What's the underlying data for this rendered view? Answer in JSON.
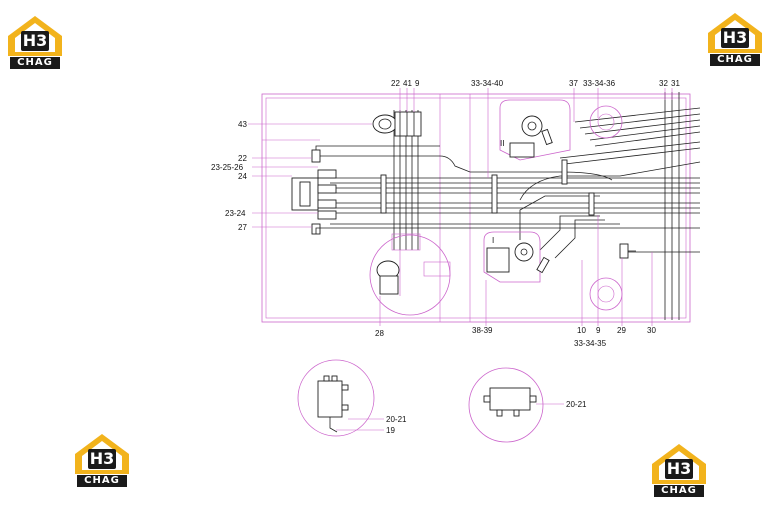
{
  "logos": {
    "mark": "H3",
    "brand": "CHAG",
    "colors": {
      "roof": "#f2b31c",
      "mark": "#1a1a1a"
    }
  },
  "labels": {
    "top_22": "22",
    "top_41": "41",
    "top_9": "9",
    "top_33_34_40": "33-34-40",
    "top_37": "37",
    "top_33_34_36": "33-34-36",
    "top_32": "32",
    "top_31": "31",
    "left_43": "43",
    "left_22": "22",
    "left_23_25_26": "23-25-26",
    "left_24": "24",
    "left_23_24": "23-24",
    "left_27": "27",
    "bottom_28": "28",
    "bottom_38_39": "38-39",
    "bottom_10": "10",
    "bottom_9": "9",
    "bottom_29": "29",
    "bottom_30": "30",
    "bottom_33_34_35": "33-34-35",
    "roman_2": "II",
    "roman_1": "I",
    "detail1_20_21": "20-21",
    "detail1_19": "19",
    "detail2_20_21": "20-21"
  }
}
